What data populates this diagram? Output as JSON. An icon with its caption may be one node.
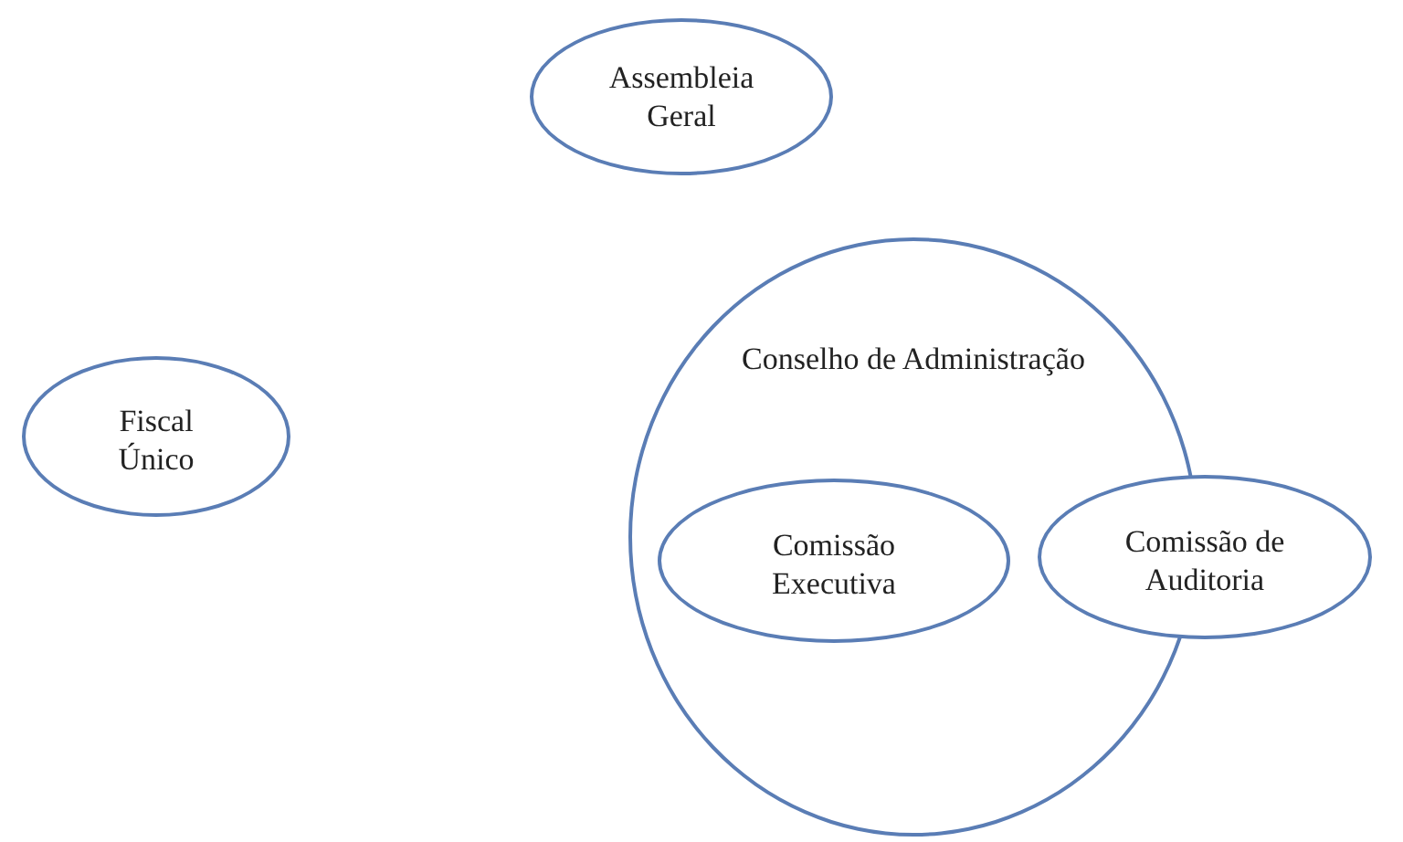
{
  "diagram": {
    "nodes": [
      {
        "text": [
          "Assembleia Geral"
        ]
      },
      {
        "text": [
          "Conselho de Administração"
        ]
      },
      {
        "text": [
          "Fiscal Único"
        ]
      },
      {
        "text": [
          "Comissão Executiva"
        ],
        "in": 1
      },
      {
        "text": [
          "Comissão de Auditoria"
        ]
      }
    ]
  }
}
